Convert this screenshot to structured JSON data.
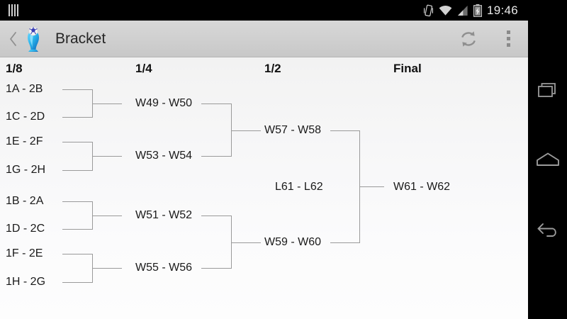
{
  "statusbar": {
    "time": "19:46",
    "icons": [
      "menu-bars-icon",
      "vibrate-icon",
      "wifi-icon",
      "cellular-signal-icon",
      "battery-charging-icon"
    ]
  },
  "actionbar": {
    "back_label": "‹",
    "app_icon": "world-cup-trophy-icon",
    "title": "Bracket",
    "refresh_label": "refresh-icon",
    "overflow_label": "overflow-menu-icon"
  },
  "bracket": {
    "rounds": [
      {
        "id": "r16",
        "label": "1/8"
      },
      {
        "id": "qf",
        "label": "1/4"
      },
      {
        "id": "sf",
        "label": "1/2"
      },
      {
        "id": "fin",
        "label": "Final"
      }
    ],
    "matches": {
      "m49": "1A - 2B",
      "m50": "1C - 2D",
      "m51": "1E - 2F",
      "m52": "1G - 2H",
      "m53": "1B - 2A",
      "m54": "1D - 2C",
      "m55": "1F - 2E",
      "m56": "1H - 2G",
      "m57": "W49 - W50",
      "m58": "W53 - W54",
      "m59": "W51 - W52",
      "m60": "W55 - W56",
      "m61": "W57 - W58",
      "m62": "W59 - W60",
      "m3rd": "L61 - L62",
      "mfinal": "W61 - W62"
    }
  },
  "navbar": {
    "recents_label": "recents-icon",
    "home_label": "home-icon",
    "back_label": "back-icon"
  },
  "colors": {
    "background": "#fbfbfc",
    "actionbar": "#d0d0d0",
    "line": "#9a9a9a",
    "text": "#1a1a1a",
    "statusbar": "#000000"
  }
}
